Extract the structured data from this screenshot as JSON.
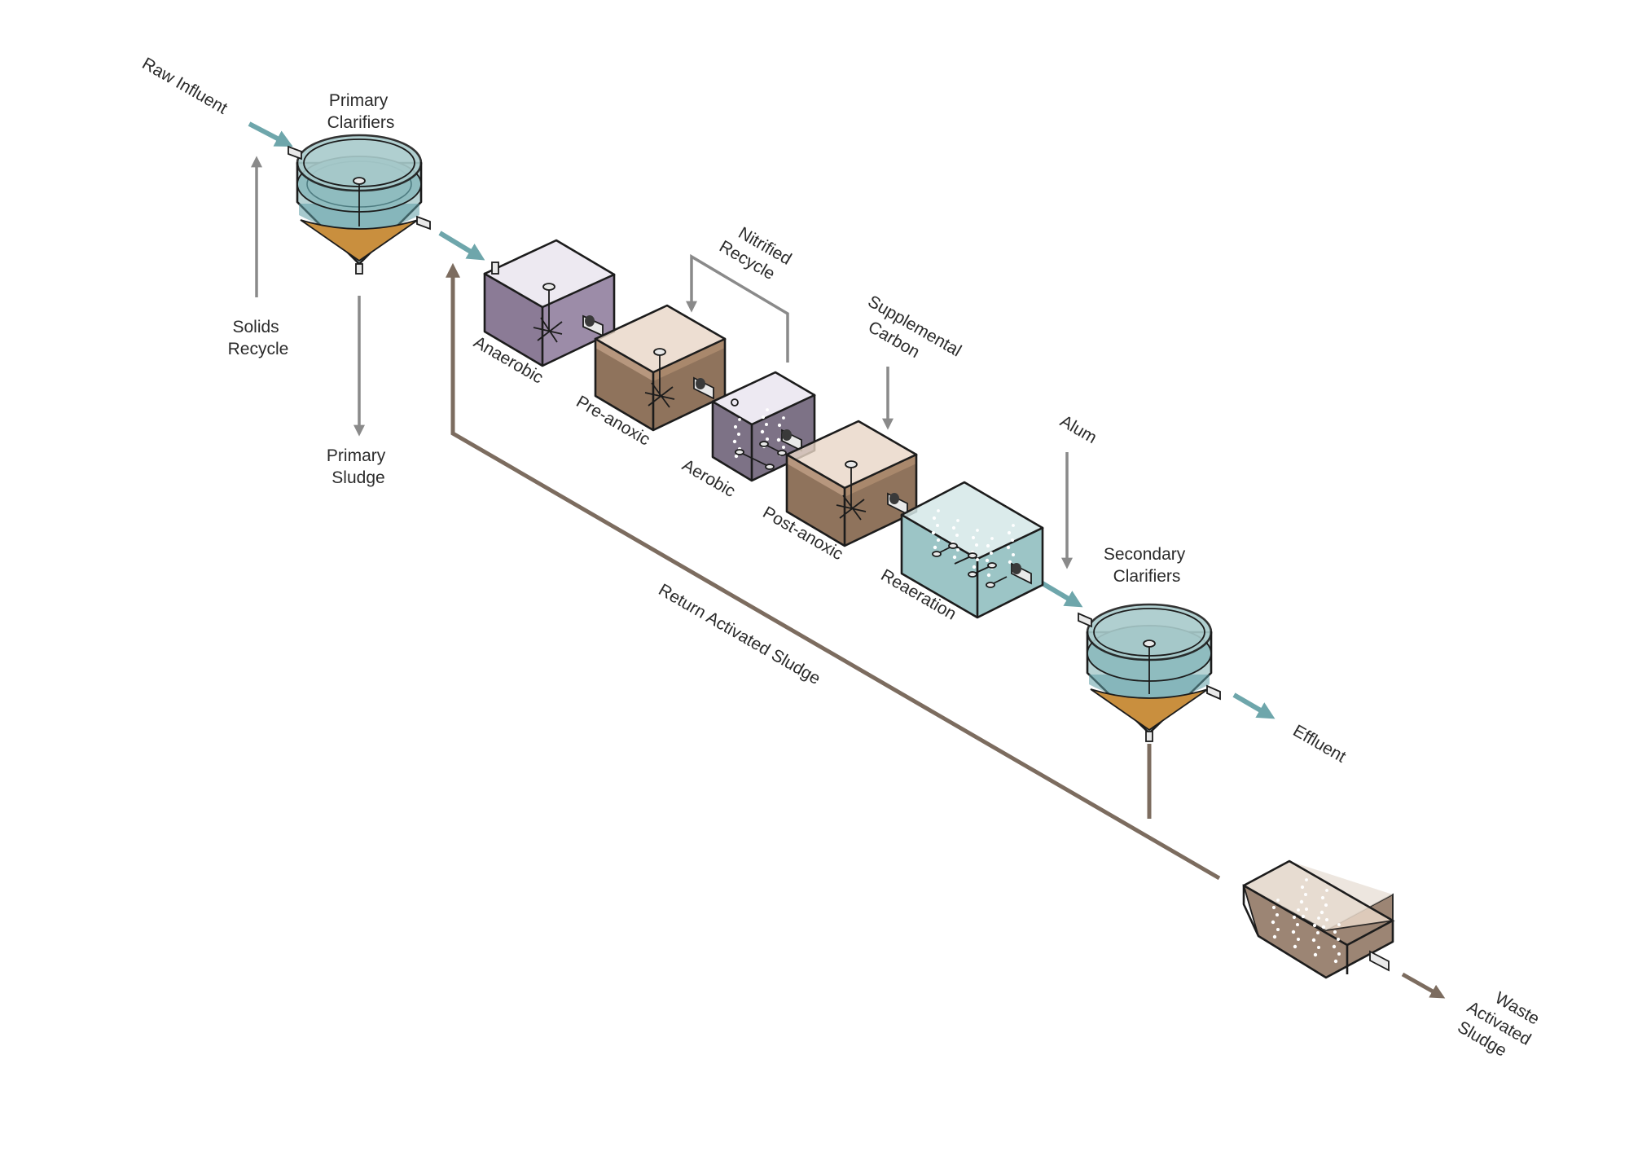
{
  "labels": {
    "raw_influent": "Raw Influent",
    "primary_clarifiers": [
      "Primary",
      "Clarifiers"
    ],
    "solids_recycle": [
      "Solids",
      "Recycle"
    ],
    "primary_sludge": [
      "Primary",
      "Sludge"
    ],
    "nitrified_recycle": [
      "Nitrified",
      "Recycle"
    ],
    "supplemental_carbon": [
      "Supplemental",
      "Carbon"
    ],
    "alum": "Alum",
    "secondary_clarifiers": [
      "Secondary",
      "Clarifiers"
    ],
    "effluent": "Effluent",
    "return_activated_sludge": "Return Activated Sludge",
    "waste_activated_sludge": [
      "Waste",
      "Activated",
      "Sludge"
    ],
    "anaerobic": "Anaerobic",
    "pre_anoxic": "Pre-anoxic",
    "aerobic": "Aerobic",
    "post_anoxic": "Post-anoxic",
    "reaeration": "Reaeration"
  },
  "colors": {
    "flow_teal": "#6ea6ab",
    "recycle_gray": "#8a8a8a",
    "sludge_brown": "#7c6c5f",
    "clarifier_water": "#8fbcbf",
    "clarifier_sludge": "#c98f3e",
    "anaerobic_liquor": "#8b7b96",
    "anoxic_liquor": "#8f735c",
    "aerobic_liquor": "#7d7286",
    "reaeration_water": "#9cc5c6",
    "waste_tank_liquor": "#9c8574"
  }
}
